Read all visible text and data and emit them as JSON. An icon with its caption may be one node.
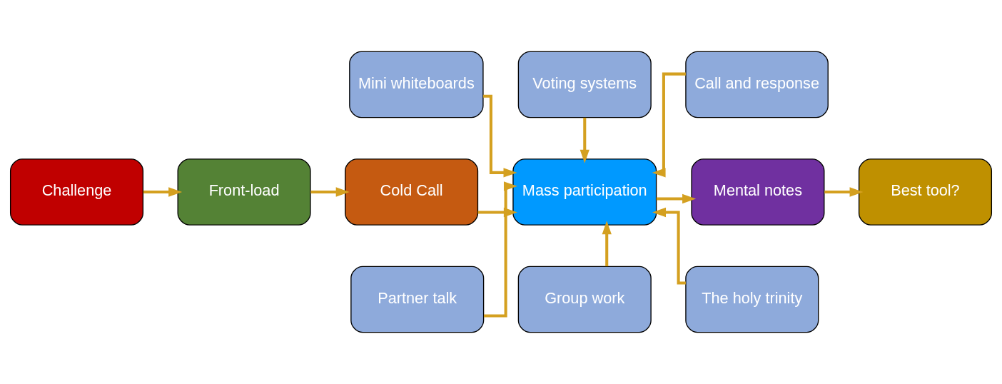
{
  "diagram": {
    "nodes": [
      {
        "text": [
          "Challenge"
        ]
      },
      {
        "text": [
          "Front-load"
        ]
      },
      {
        "text": [
          "Cold Call"
        ]
      },
      {
        "text": [
          "Mass participation"
        ]
      },
      {
        "text": [
          "Mental notes"
        ]
      },
      {
        "text": [
          "Best tool?"
        ]
      },
      {
        "text": [
          "Mini whiteboards"
        ]
      },
      {
        "text": [
          "Voting systems"
        ]
      },
      {
        "text": [
          "Call and response"
        ]
      },
      {
        "text": [
          "Partner talk"
        ]
      },
      {
        "text": [
          "Group work"
        ]
      },
      {
        "text": [
          "The holy trinity"
        ]
      }
    ],
    "edges": [
      {
        "from": 0,
        "to": 1,
        "arrow": "to"
      },
      {
        "from": 1,
        "to": 2,
        "arrow": "to"
      },
      {
        "from": 2,
        "to": 3,
        "arrow": "to"
      },
      {
        "from": 3,
        "to": 4,
        "arrow": "to"
      },
      {
        "from": 4,
        "to": 5,
        "arrow": "to"
      },
      {
        "from": 6,
        "to": 3,
        "arrow": "to"
      },
      {
        "from": 7,
        "to": 3,
        "arrow": "to"
      },
      {
        "from": 8,
        "to": 3,
        "arrow": "to"
      },
      {
        "from": 9,
        "to": 3,
        "arrow": "to"
      },
      {
        "from": 10,
        "to": 3,
        "arrow": "to"
      },
      {
        "from": 11,
        "to": 3,
        "arrow": "to"
      }
    ]
  }
}
